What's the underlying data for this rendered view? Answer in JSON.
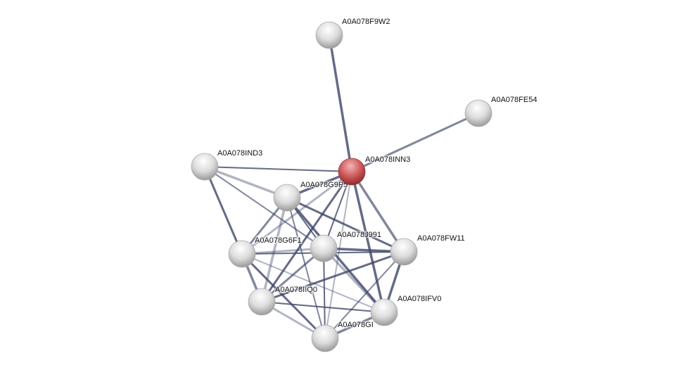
{
  "network": {
    "nodes": [
      {
        "id": "F9W2",
        "label": "A0A078F9W2",
        "query": false
      },
      {
        "id": "FE54",
        "label": "A0A078FE54",
        "query": false
      },
      {
        "id": "IND3",
        "label": "A0A078IND3",
        "query": false
      },
      {
        "id": "INN3",
        "label": "A0A078INN3",
        "query": true
      },
      {
        "id": "G9P5",
        "label": "A0A078G9P5",
        "query": false
      },
      {
        "id": "G6F1",
        "label": "A0A078G6F1",
        "query": false
      },
      {
        "id": "J991",
        "label": "A0A078J991",
        "query": false
      },
      {
        "id": "FW11",
        "label": "A0A078FW11",
        "query": false
      },
      {
        "id": "IIQ0",
        "label": "A0A078IIQ0",
        "query": false
      },
      {
        "id": "GI",
        "label": "A0A078GI",
        "query": false
      },
      {
        "id": "IFV0",
        "label": "A0A078IFV0",
        "query": false
      }
    ],
    "edges": [
      [
        "F9W2",
        "INN3"
      ],
      [
        "FE54",
        "INN3"
      ],
      [
        "IND3",
        "INN3"
      ],
      [
        "IND3",
        "G9P5"
      ],
      [
        "IND3",
        "G6F1"
      ],
      [
        "IND3",
        "J991"
      ],
      [
        "INN3",
        "G9P5"
      ],
      [
        "INN3",
        "G6F1"
      ],
      [
        "INN3",
        "J991"
      ],
      [
        "INN3",
        "FW11"
      ],
      [
        "INN3",
        "IIQ0"
      ],
      [
        "INN3",
        "GI"
      ],
      [
        "INN3",
        "IFV0"
      ],
      [
        "G9P5",
        "G6F1"
      ],
      [
        "G9P5",
        "J991"
      ],
      [
        "G9P5",
        "IIQ0"
      ],
      [
        "G9P5",
        "FW11"
      ],
      [
        "G9P5",
        "GI"
      ],
      [
        "G9P5",
        "IFV0"
      ],
      [
        "G6F1",
        "J991"
      ],
      [
        "G6F1",
        "FW11"
      ],
      [
        "G6F1",
        "IIQ0"
      ],
      [
        "G6F1",
        "GI"
      ],
      [
        "G6F1",
        "IFV0"
      ],
      [
        "J991",
        "FW11"
      ],
      [
        "J991",
        "IIQ0"
      ],
      [
        "J991",
        "GI"
      ],
      [
        "J991",
        "IFV0"
      ],
      [
        "FW11",
        "IIQ0"
      ],
      [
        "FW11",
        "GI"
      ],
      [
        "FW11",
        "IFV0"
      ],
      [
        "IIQ0",
        "GI"
      ],
      [
        "IIQ0",
        "IFV0"
      ],
      [
        "GI",
        "IFV0"
      ]
    ],
    "colors": {
      "edge": "#3d4668",
      "query_node": "#c9484b",
      "node": "#d8d8d8"
    }
  }
}
